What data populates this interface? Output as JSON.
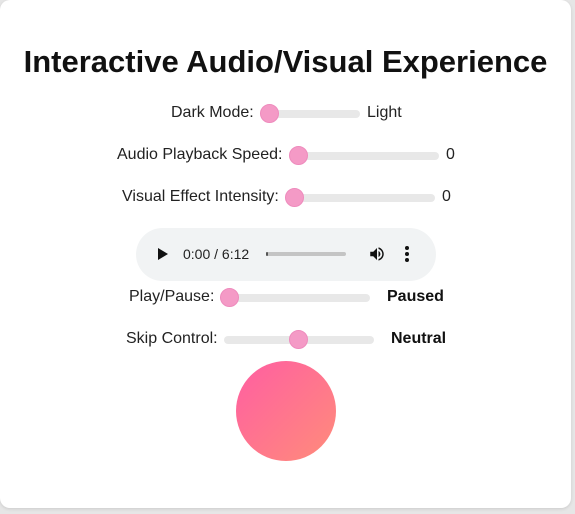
{
  "page": {
    "title": "Interactive Audio/Visual Experience"
  },
  "controls": {
    "dark_mode": {
      "label": "Dark Mode:",
      "value": "Light",
      "level": 0
    },
    "playback_speed": {
      "label": "Audio Playback Speed:",
      "value": "0",
      "level": 0
    },
    "visual_intensity": {
      "label": "Visual Effect Intensity:",
      "value": "0",
      "level": 0
    },
    "play_pause": {
      "label": "Play/Pause:",
      "value": "Paused",
      "level": 0
    },
    "skip_control": {
      "label": "Skip Control:",
      "value": "Neutral",
      "level": 0.5
    }
  },
  "audio": {
    "time": "0:00 / 6:12",
    "progress": 0.01,
    "icons": [
      "play-icon",
      "volume-icon",
      "more-options-icon"
    ]
  },
  "colors": {
    "slider_thumb": "#f49ac6",
    "slider_track": "#e8e8e8",
    "circle_gradient_start": "#ff5ea2",
    "circle_gradient_end": "#ff8c7a"
  }
}
